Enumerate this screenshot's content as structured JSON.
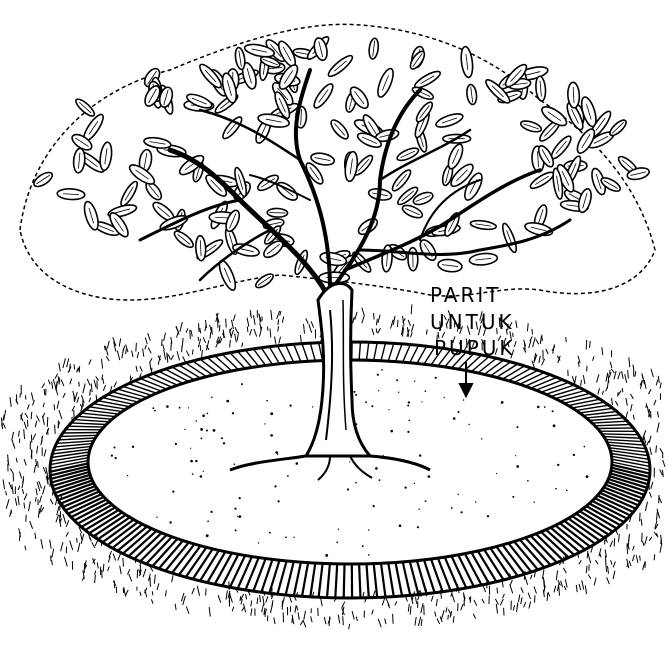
{
  "illustration": {
    "subject": "tree-with-fertilizer-trench-icon",
    "label_lines": [
      "PARIT",
      "UNTUK",
      "PUPUK"
    ]
  }
}
